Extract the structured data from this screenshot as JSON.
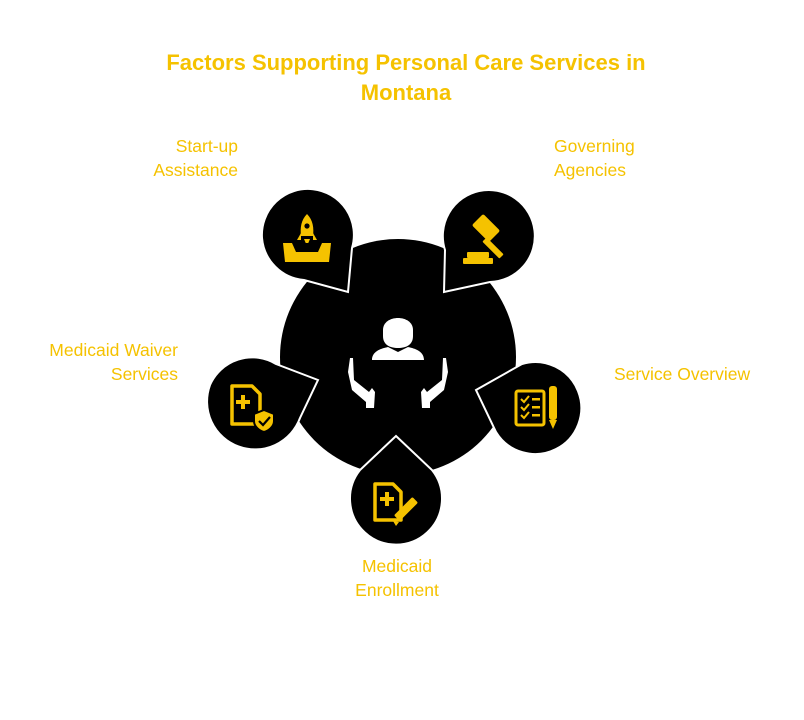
{
  "title": "Factors Supporting Personal Care Services in Montana",
  "colors": {
    "accent": "#F5C200",
    "dark": "#000000",
    "outline": "#ffffff"
  },
  "center": {
    "icon": "person-with-caring-hands-icon"
  },
  "nodes": [
    {
      "label_lines": [
        "Start-up",
        "Assistance"
      ],
      "icon": "rocket-launch-box-icon"
    },
    {
      "label_lines": [
        "Governing",
        "Agencies"
      ],
      "icon": "gavel-icon"
    },
    {
      "label_lines": [
        "Medicaid Waiver",
        "Services"
      ],
      "icon": "medical-document-shield-icon"
    },
    {
      "label_lines": [
        "Service Overview"
      ],
      "icon": "checklist-pen-icon"
    },
    {
      "label_lines": [
        "Medicaid",
        "Enrollment"
      ],
      "icon": "medical-document-edit-icon"
    }
  ]
}
